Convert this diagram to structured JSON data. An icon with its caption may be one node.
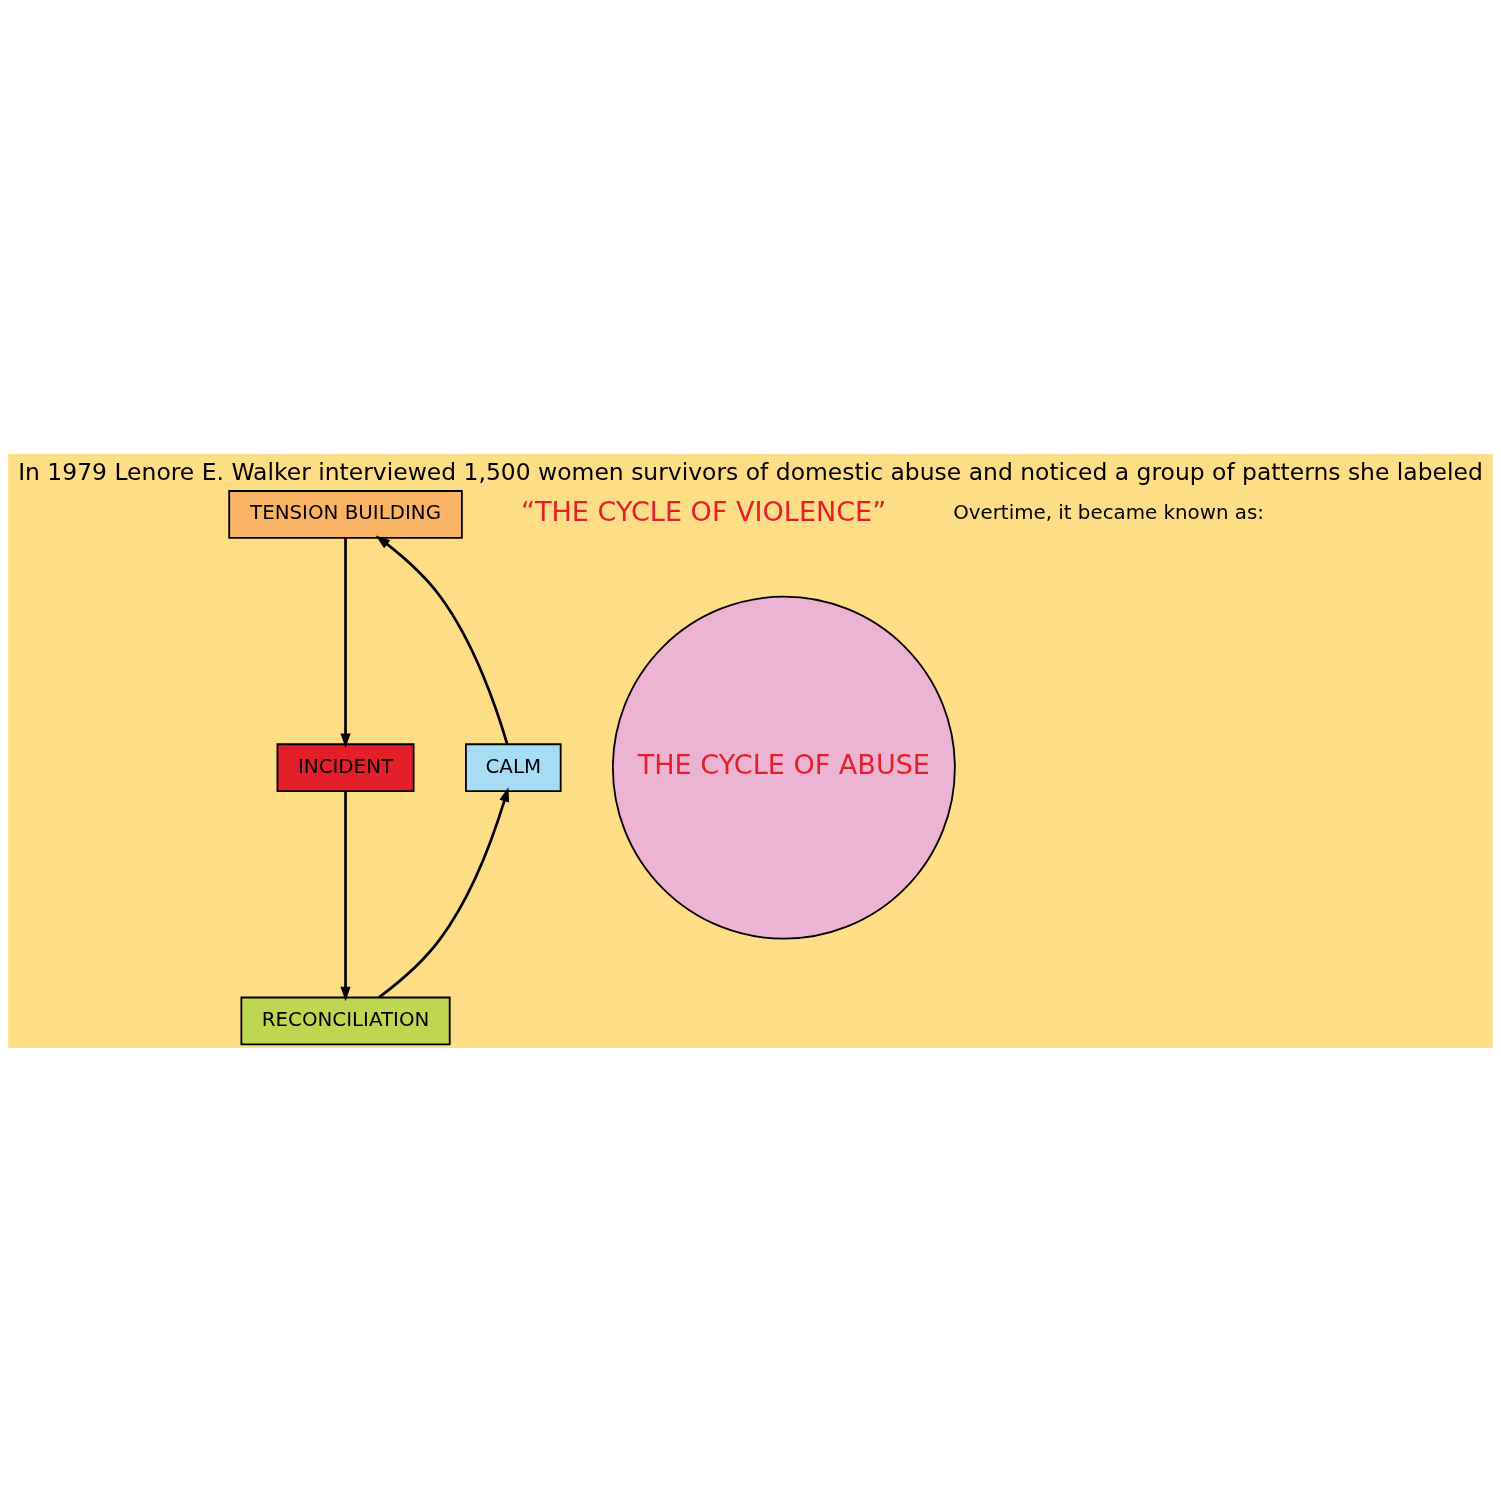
{
  "diagram": {
    "title": "In 1979 Lenore E. Walker interviewed 1,500 women survivors of domestic abuse and noticed a group of patterns she labeled",
    "nodes": [
      {
        "text": [
          "TENSION BUILDING"
        ]
      },
      {
        "text": [
          "CALM"
        ]
      },
      {
        "text": [
          "THE CYCLE OF ABUSE"
        ]
      },
      {
        "text": [
          "INCIDENT"
        ]
      },
      {
        "text": [
          "RECONCILIATION"
        ]
      }
    ],
    "edges": [
      {
        "from": 0,
        "to": 3,
        "arrow": "to"
      },
      {
        "from": 3,
        "to": 4,
        "arrow": "to"
      },
      {
        "from": 4,
        "to": 1,
        "arrow": "to"
      },
      {
        "from": 1,
        "to": 0,
        "arrow": "to"
      }
    ],
    "labels": [
      "“THE CYCLE OF VIOLENCE”",
      "Overtime, it became known as:"
    ]
  }
}
